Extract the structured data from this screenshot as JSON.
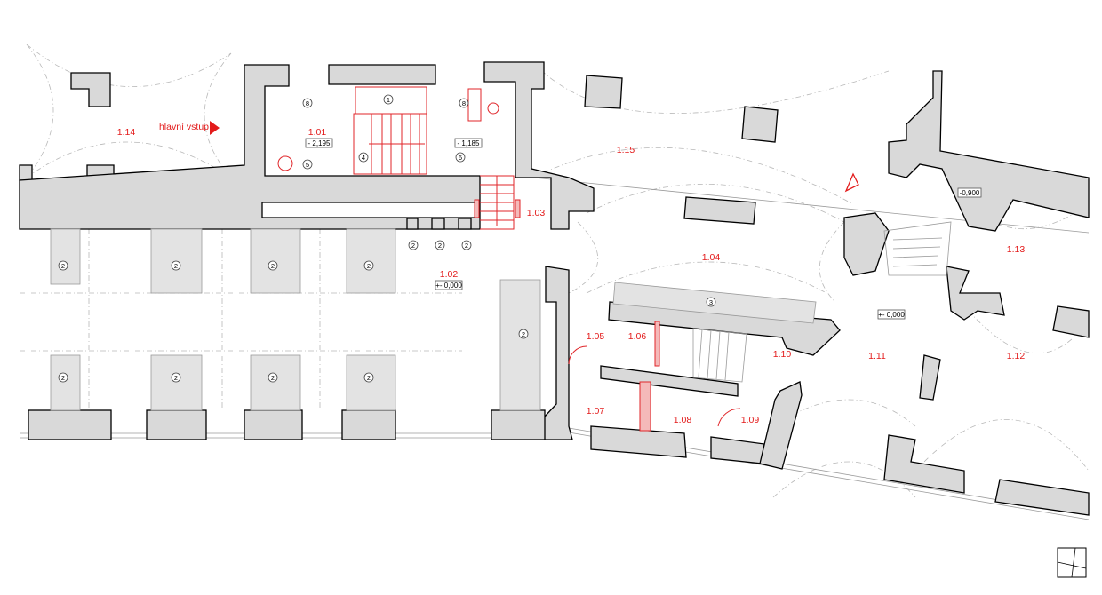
{
  "title": "Floor plan – ground floor",
  "entrance_label": "hlavní vstup",
  "colors": {
    "room_label": "#e31b1b",
    "wall_fill": "#d9d9d9",
    "new_construction": "#e0262a"
  },
  "rooms": [
    "1.01",
    "1.02",
    "1.03",
    "1.04",
    "1.05",
    "1.06",
    "1.07",
    "1.08",
    "1.09",
    "1.10",
    "1.11",
    "1.12",
    "1.13",
    "1.14",
    "1.15"
  ],
  "levels": {
    "room_101": "- 2,195",
    "room_101_upper": "- 1,185",
    "room_102": "+- 0,000",
    "room_111": "+- 0,000",
    "stair_landing": "-0,900"
  },
  "markers": {
    "m1": "1",
    "m2": "2",
    "m3": "3",
    "m4": "4",
    "m5": "5",
    "m6": "6",
    "m8": "8"
  }
}
